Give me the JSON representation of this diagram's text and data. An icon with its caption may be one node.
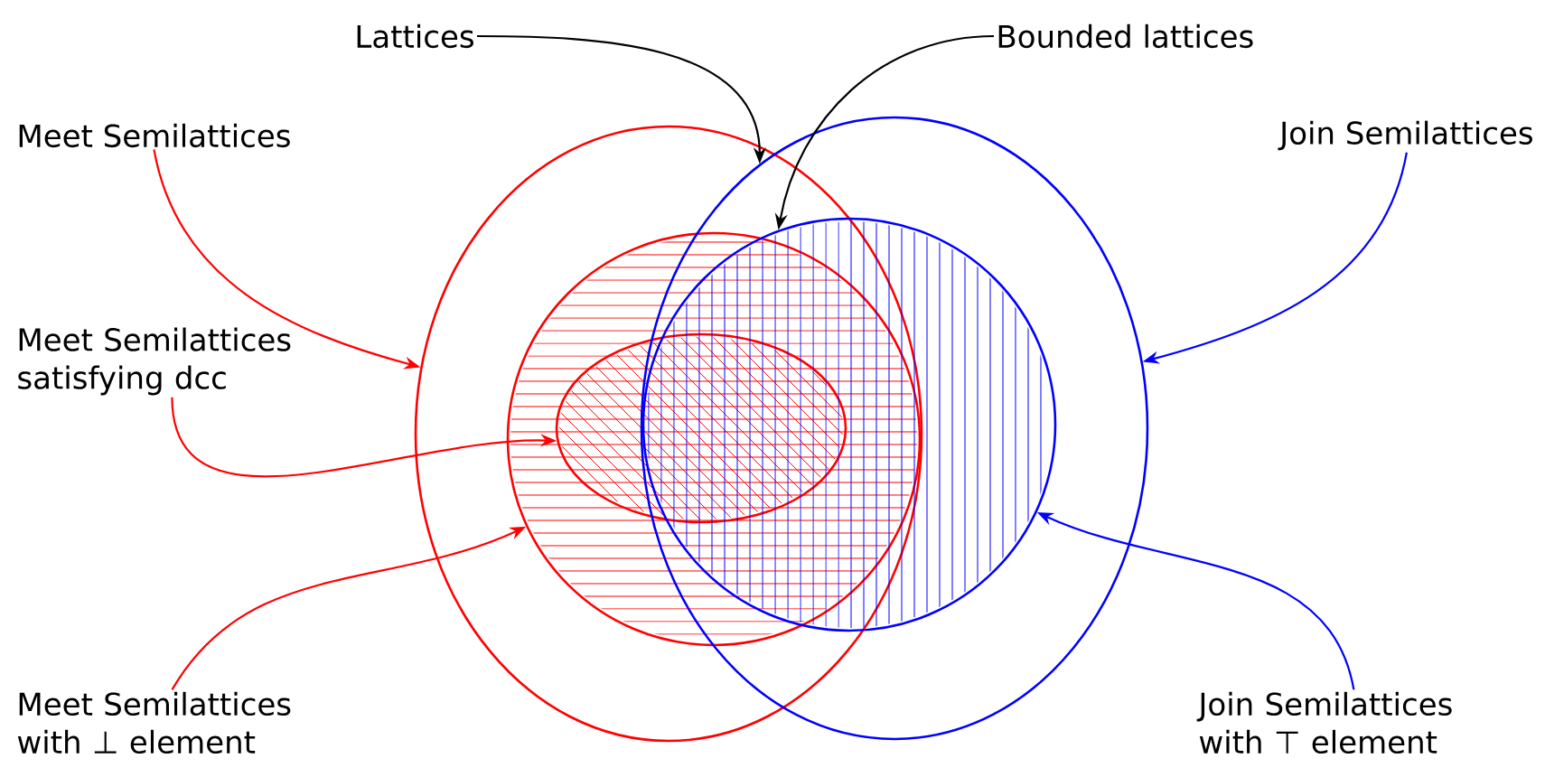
{
  "diagram": {
    "nodes": [
      {
        "text": [
          "Lattices"
        ]
      },
      {
        "text": [
          "Bounded lattices"
        ]
      },
      {
        "text": [
          "Meet Semilattices"
        ]
      },
      {
        "text": [
          "Join Semilattices"
        ]
      },
      {
        "text": [
          "Meet Semilattices satisfying dcc"
        ]
      },
      {
        "text": [
          "Meet Semilattices with ⊥ element"
        ]
      },
      {
        "text": [
          "Join Semilattices with ⊤ element"
        ]
      },
      {
        "text": [],
        "shape": "ellipse"
      },
      {
        "text": [],
        "shape": "ellipse"
      },
      {
        "text": [],
        "shape": "circle",
        "in": 7
      },
      {
        "text": [],
        "shape": "circle",
        "in": 8
      },
      {
        "text": [],
        "shape": "ellipse",
        "in": 9
      }
    ],
    "edges": [
      {
        "from": 0,
        "to": 8,
        "arrow": "to",
        "color": "#000000"
      },
      {
        "from": 1,
        "to": 10,
        "arrow": "to",
        "color": "#000000"
      },
      {
        "from": 2,
        "to": 7,
        "arrow": "to"
      },
      {
        "from": 3,
        "to": 8,
        "arrow": "to",
        "color": "#0000ff"
      },
      {
        "from": 4,
        "to": 11,
        "arrow": "to"
      },
      {
        "from": 5,
        "to": 9,
        "arrow": "to"
      },
      {
        "from": 6,
        "to": 10,
        "arrow": "to",
        "color": "#0000ff"
      }
    ]
  }
}
